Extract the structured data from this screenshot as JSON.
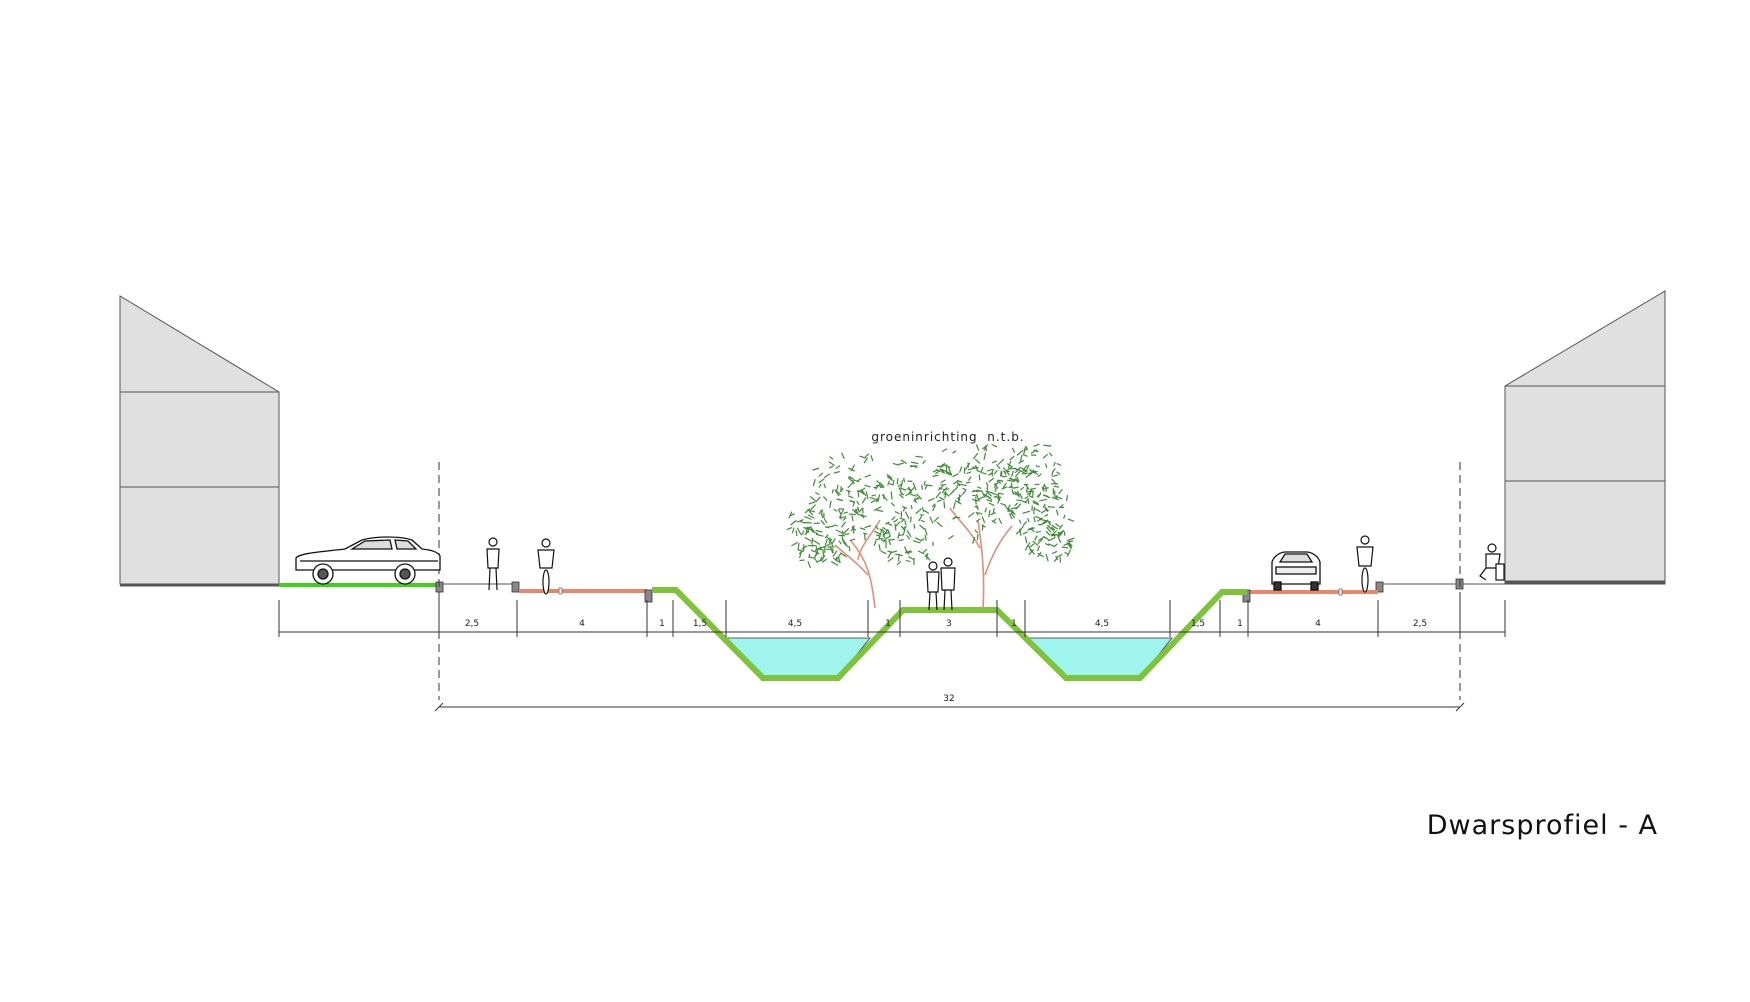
{
  "title": "Dwarsprofiel - A",
  "annotation": "groeninrichting  n.t.b.",
  "dimensions": {
    "left": [
      "2,5",
      "4",
      "1",
      "1,5",
      "4,5",
      "1"
    ],
    "center": "3",
    "right": [
      "1",
      "4,5",
      "1,5",
      "1",
      "4",
      "2,5"
    ],
    "total": "32"
  },
  "colors": {
    "building": "#e0e0e0",
    "grass": "#7fc33a",
    "water": "#9ff5ee",
    "bike_path": "#e8876c",
    "tree_foliage": "#3d8c35",
    "tree_trunk": "#e0907a",
    "parking_strip": "#3fd018"
  }
}
